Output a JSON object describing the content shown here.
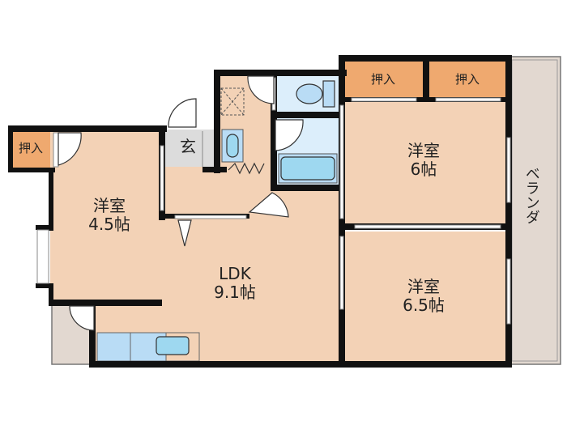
{
  "colors": {
    "floor": "#f3d2b6",
    "closet": "#efa96f",
    "wet": "#dceefb",
    "fixture": "#9ed8f0",
    "genkan": "#dcdcdc",
    "balcony": "#e2d8d0",
    "wall": "#111111"
  },
  "rooms": {
    "western_4_5": {
      "name": "洋室",
      "size": "4.5帖"
    },
    "ldk": {
      "name": "LDK",
      "size": "9.1帖"
    },
    "western_6": {
      "name": "洋室",
      "size": "6帖"
    },
    "western_6_5": {
      "name": "洋室",
      "size": "6.5帖"
    }
  },
  "closets": [
    {
      "label": "押入"
    },
    {
      "label": "押入"
    },
    {
      "label": "押入"
    }
  ],
  "genkan": {
    "label": "玄"
  },
  "veranda": {
    "label": "ベランダ"
  }
}
